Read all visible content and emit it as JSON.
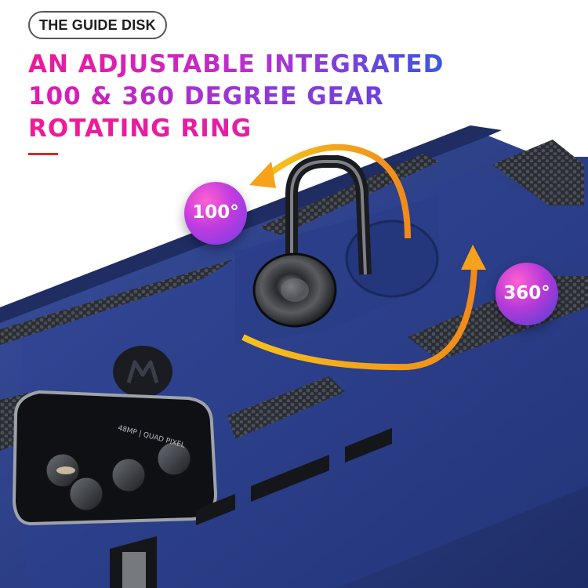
{
  "tag_label": "THE GUIDE DISK",
  "headline": {
    "line1": "AN ADJUSTABLE INTEGRATED",
    "line2": "100 & 360 DEGREE GEAR",
    "line3": "ROTATING RING"
  },
  "badges": {
    "small_angle": "100°",
    "full_angle": "360°"
  },
  "camera_text": {
    "line1": "48MP | QUAD PIXEL"
  },
  "colors": {
    "case_blue": "#2b3f8a",
    "accent_pink": "#f0189a",
    "accent_blue": "#3856e6",
    "arrow_orange": "#f6a21a",
    "rule_red": "#e02424"
  },
  "icons": [
    "rotate-left-arrow-icon",
    "rotate-up-arrow-icon",
    "motorola-logo-icon"
  ]
}
